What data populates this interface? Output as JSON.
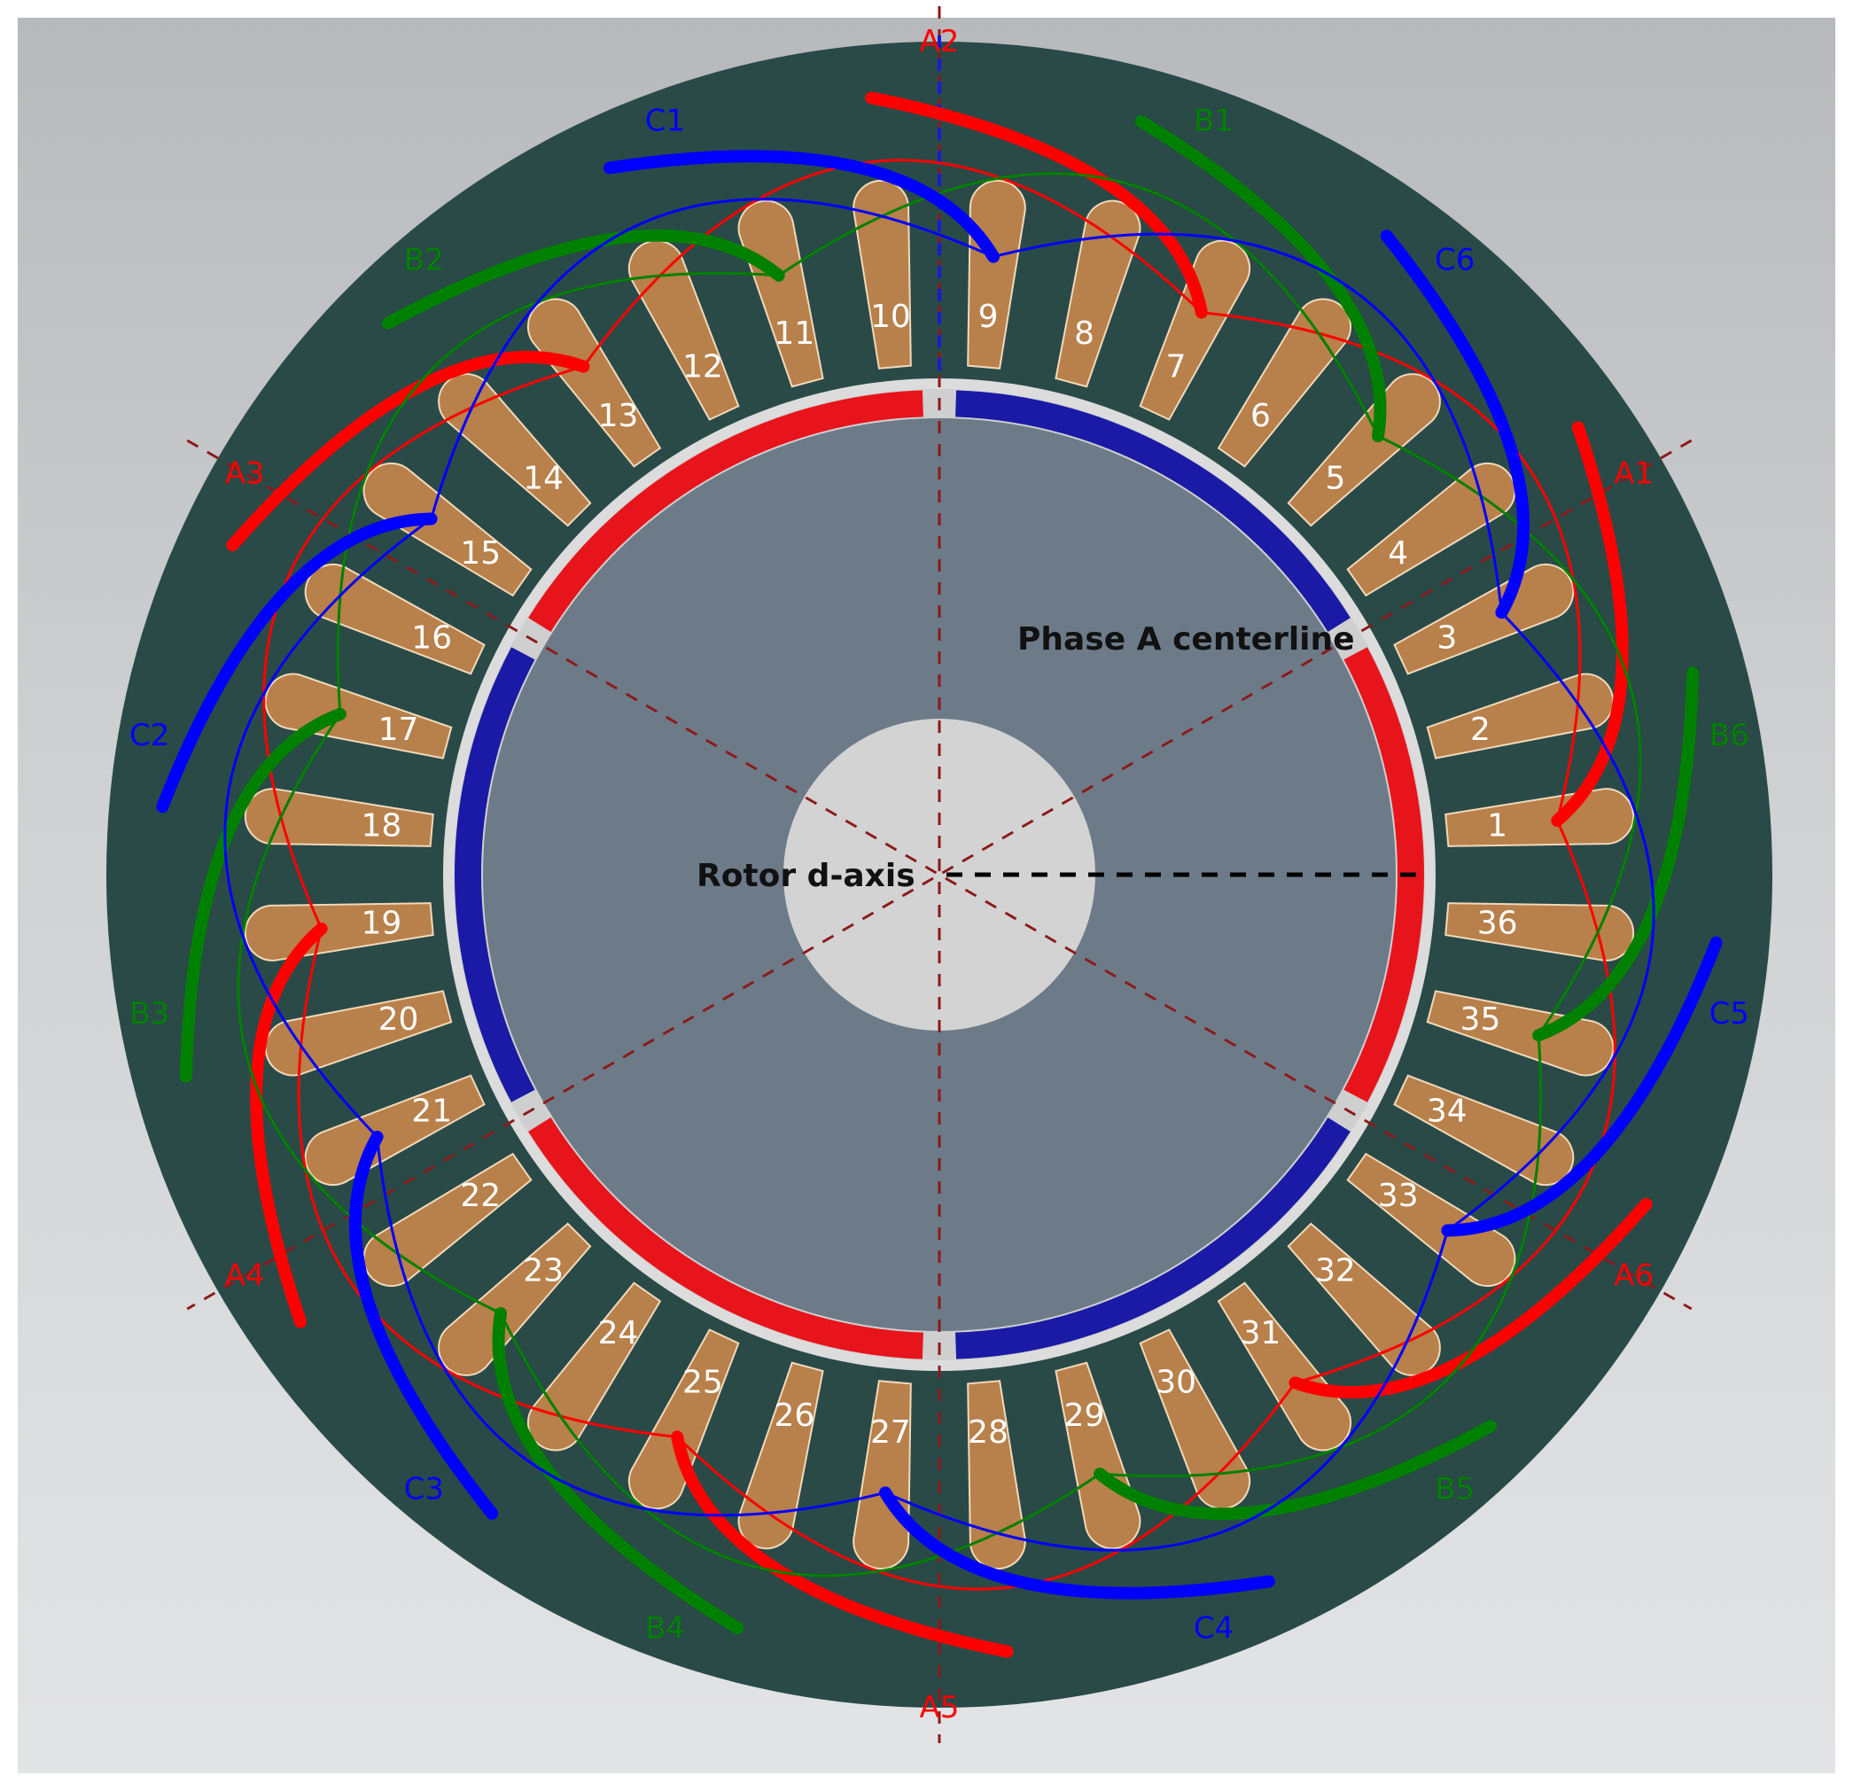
{
  "colors": {
    "stator": "#2a4a48",
    "slot": "#b8804a",
    "rotor": "#6d7b89",
    "shaft": "#d3d3d3",
    "gap": "#dcdcdc",
    "phase_a": "#ff0000",
    "phase_b": "#008000",
    "phase_c": "#0000ff",
    "axis_line": "#8b1a1a"
  },
  "slots": [
    "1",
    "2",
    "3",
    "4",
    "5",
    "6",
    "7",
    "8",
    "9",
    "10",
    "11",
    "12",
    "13",
    "14",
    "15",
    "16",
    "17",
    "18",
    "19",
    "20",
    "21",
    "22",
    "23",
    "24",
    "25",
    "26",
    "27",
    "28",
    "29",
    "30",
    "31",
    "32",
    "33",
    "34",
    "35",
    "36"
  ],
  "coil_labels": [
    {
      "text": "A1",
      "phase": "a"
    },
    {
      "text": "A2",
      "phase": "a"
    },
    {
      "text": "A3",
      "phase": "a"
    },
    {
      "text": "A4",
      "phase": "a"
    },
    {
      "text": "A5",
      "phase": "a"
    },
    {
      "text": "A6",
      "phase": "a"
    },
    {
      "text": "B1",
      "phase": "b"
    },
    {
      "text": "B2",
      "phase": "b"
    },
    {
      "text": "B3",
      "phase": "b"
    },
    {
      "text": "B4",
      "phase": "b"
    },
    {
      "text": "B5",
      "phase": "b"
    },
    {
      "text": "B6",
      "phase": "b"
    },
    {
      "text": "C1",
      "phase": "c"
    },
    {
      "text": "C2",
      "phase": "c"
    },
    {
      "text": "C3",
      "phase": "c"
    },
    {
      "text": "C4",
      "phase": "c"
    },
    {
      "text": "C5",
      "phase": "c"
    },
    {
      "text": "C6",
      "phase": "c"
    }
  ],
  "annotations": {
    "phase_a_centerline": "Phase A centerline",
    "rotor_d_axis": "Rotor d-axis"
  },
  "magnets": [
    {
      "polarity": "blue"
    },
    {
      "polarity": "red"
    },
    {
      "polarity": "blue"
    },
    {
      "polarity": "red"
    },
    {
      "polarity": "blue"
    },
    {
      "polarity": "red"
    }
  ]
}
